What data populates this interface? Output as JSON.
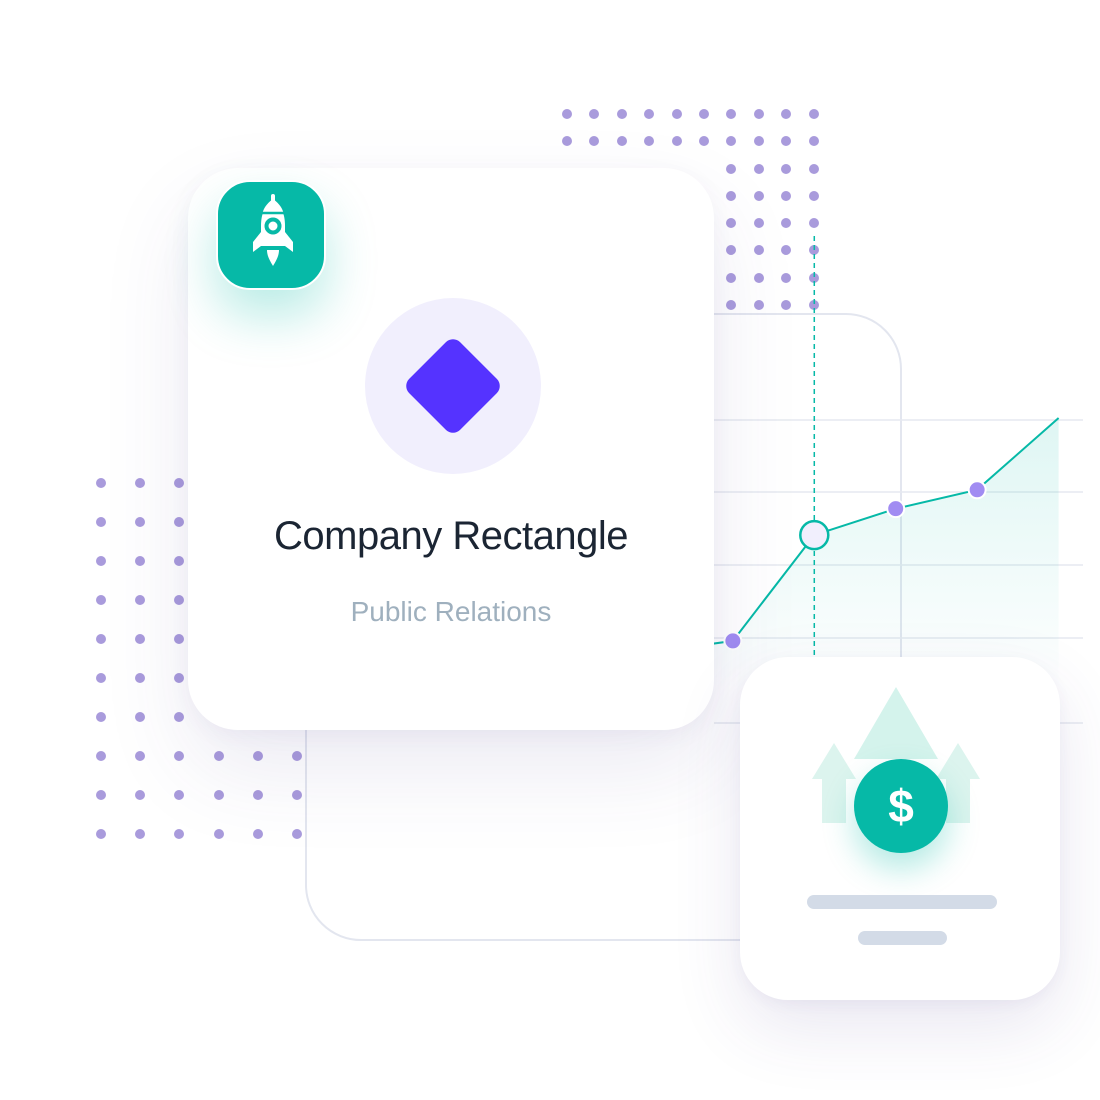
{
  "company_card": {
    "name": "Company Rectangle",
    "sector": "Public Relations"
  },
  "icons": {
    "badge": "rocket-icon",
    "logo": "diamond-logo-icon",
    "currency": "dollar-icon",
    "currency_symbol": "$",
    "growth": "up-arrows-icon"
  },
  "chart_data": {
    "type": "line",
    "x": [
      1,
      2,
      3,
      4,
      5,
      6
    ],
    "y": [
      1,
      1.3,
      4.1,
      4.8,
      5.3,
      7.2
    ],
    "highlight_index": 2,
    "grid": true,
    "xlabel": "",
    "ylabel": ""
  },
  "colors": {
    "teal": "#06b9a7",
    "purple_accent": "#5533ff",
    "marker": "#a18cf2",
    "dot_pattern": "#a99bdc",
    "skeleton": "#d3dbe7"
  }
}
